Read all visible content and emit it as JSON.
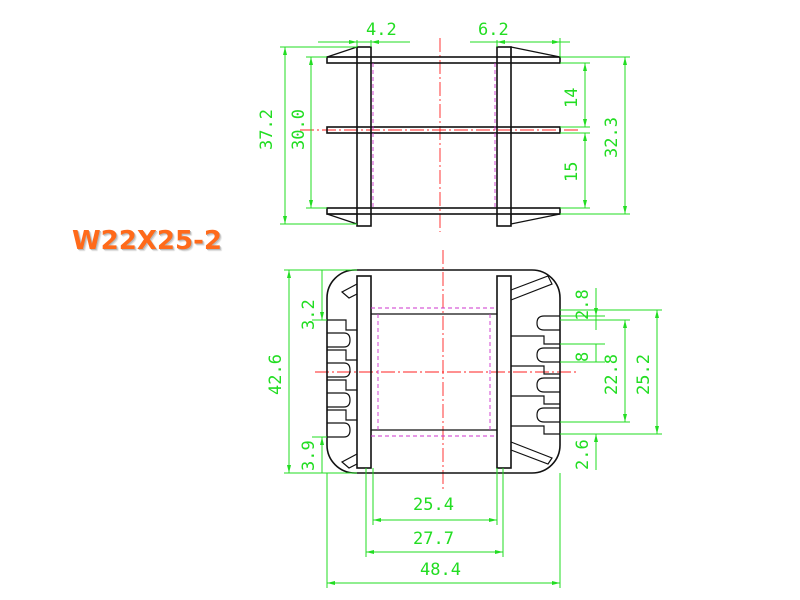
{
  "title": "W22X25-2",
  "top_view": {
    "dims": {
      "d_4_2": "4.2",
      "d_6_2": "6.2",
      "d_37_2": "37.2",
      "d_30_0": "30.0",
      "d_14": "14",
      "d_15": "15",
      "d_32_3": "32.3"
    }
  },
  "bottom_view": {
    "dims": {
      "d_3_2": "3.2",
      "d_42_6": "42.6",
      "d_3_9": "3.9",
      "d_2_8": "2.8",
      "d_8": "8",
      "d_22_8": "22.8",
      "d_25_2": "25.2",
      "d_2_6": "2.6",
      "d_25_4": "25.4",
      "d_27_7": "27.7",
      "d_48_4": "48.4"
    }
  },
  "colors": {
    "outline": "#111111",
    "dimension": "#22dd22",
    "centerline": "#ff2222",
    "hidden": "#cc33cc",
    "title": "#ff6a1a"
  }
}
